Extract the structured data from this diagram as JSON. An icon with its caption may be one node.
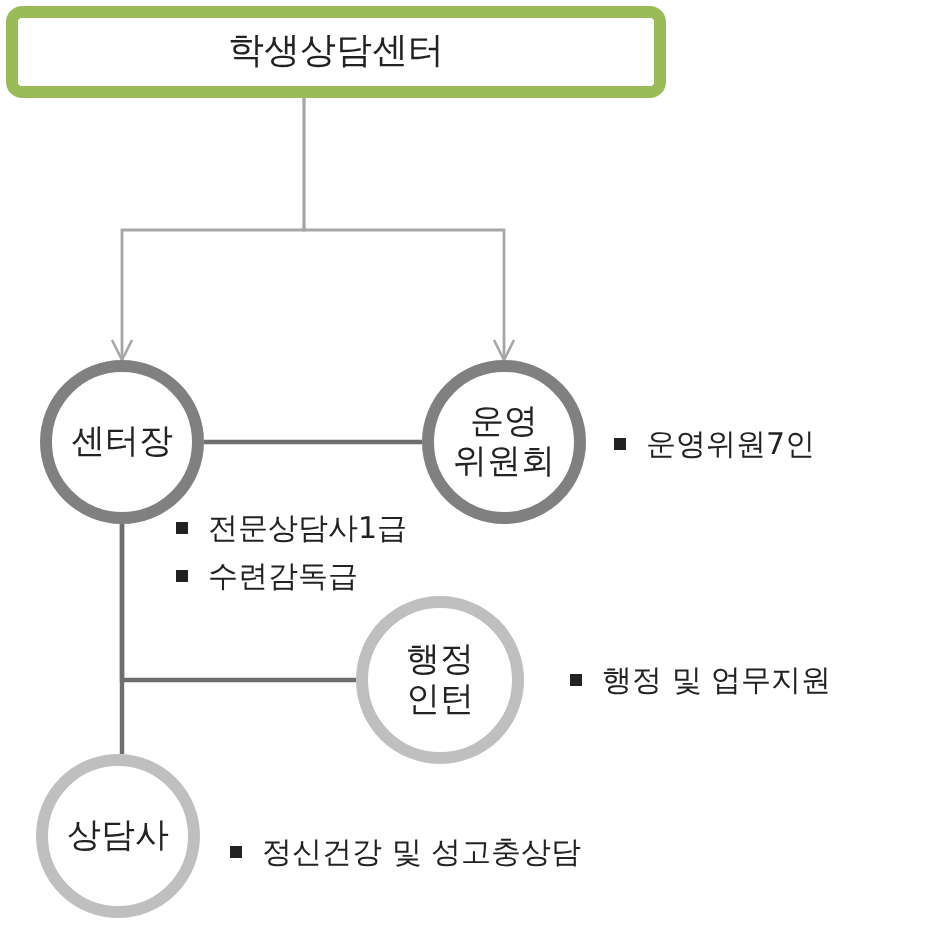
{
  "diagram": {
    "nodes": [
      {
        "text": [
          "학생상담센터"
        ]
      },
      {
        "text": [
          "센터장"
        ],
        "beside": [
          "전문상담사1급",
          "수련감독급"
        ]
      },
      {
        "text": [
          "운영 위원회"
        ],
        "beside": [
          "운영위원7인"
        ]
      },
      {
        "text": [
          "행정 인턴"
        ],
        "beside": [
          "행정 및 업무지원"
        ]
      },
      {
        "text": [
          "상담사"
        ],
        "beside": [
          "정신건강 및 성고충상담"
        ]
      }
    ],
    "edges": [
      {
        "from": 0,
        "to": 1,
        "arrow": "to",
        "color": "#a6a6a6"
      },
      {
        "from": 0,
        "to": 2,
        "arrow": "to",
        "color": "#a6a6a6"
      },
      {
        "from": 1,
        "to": 2,
        "arrow": "none"
      },
      {
        "from": 1,
        "to": 3,
        "arrow": "none"
      },
      {
        "from": 1,
        "to": 4,
        "arrow": "none"
      }
    ]
  }
}
